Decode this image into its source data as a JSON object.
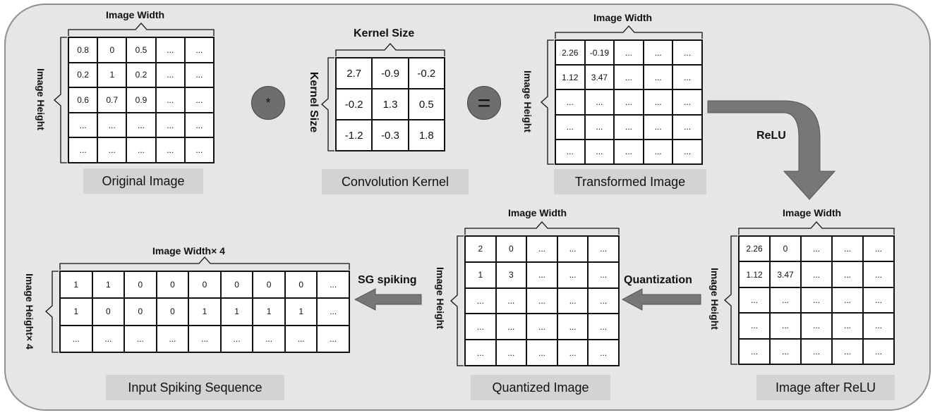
{
  "original_image": {
    "caption": "Original Image",
    "width_label": "Image Width",
    "height_label": "Image Height",
    "rows": [
      [
        "0.8",
        "0",
        "0.5",
        "...",
        "..."
      ],
      [
        "0.2",
        "1",
        "0.2",
        "...",
        "..."
      ],
      [
        "0.6",
        "0.7",
        "0.9",
        "...",
        "..."
      ],
      [
        "...",
        "...",
        "...",
        "...",
        "..."
      ],
      [
        "...",
        "...",
        "...",
        "...",
        "..."
      ]
    ]
  },
  "operator_conv": "*",
  "convolution_kernel": {
    "caption": "Convolution Kernel",
    "width_label": "Kernel Size",
    "height_label": "Kernel Size",
    "rows": [
      [
        "2.7",
        "-0.9",
        "-0.2"
      ],
      [
        "-0.2",
        "1.3",
        "0.5"
      ],
      [
        "-1.2",
        "-0.3",
        "1.8"
      ]
    ]
  },
  "operator_eq": "=",
  "transformed_image": {
    "caption": "Transformed Image",
    "width_label": "Image Width",
    "height_label": "Image Height",
    "rows": [
      [
        "2.26",
        "-0.19",
        "...",
        "...",
        "..."
      ],
      [
        "1.12",
        "3.47",
        "...",
        "...",
        "..."
      ],
      [
        "...",
        "...",
        "...",
        "...",
        "..."
      ],
      [
        "...",
        "...",
        "...",
        "...",
        "..."
      ],
      [
        "...",
        "...",
        "...",
        "...",
        "..."
      ]
    ]
  },
  "relu_label": "ReLU",
  "image_after_relu": {
    "caption": "Image after ReLU",
    "width_label": "Image Width",
    "height_label": "Image Height",
    "rows": [
      [
        "2.26",
        "0",
        "...",
        "...",
        "..."
      ],
      [
        "1.12",
        "3.47",
        "...",
        "...",
        "..."
      ],
      [
        "...",
        "...",
        "...",
        "...",
        "..."
      ],
      [
        "...",
        "...",
        "...",
        "...",
        "..."
      ],
      [
        "...",
        "...",
        "...",
        "...",
        "..."
      ]
    ]
  },
  "quantization_label": "Quantization",
  "quantized_image": {
    "caption": "Quantized Image",
    "width_label": "Image Width",
    "height_label": "Image Height",
    "rows": [
      [
        "2",
        "0",
        "...",
        "...",
        "..."
      ],
      [
        "1",
        "3",
        "...",
        "...",
        "..."
      ],
      [
        "...",
        "...",
        "...",
        "...",
        "..."
      ],
      [
        "...",
        "...",
        "...",
        "...",
        "..."
      ],
      [
        "...",
        "...",
        "...",
        "...",
        "..."
      ]
    ]
  },
  "sg_spiking_label": "SG spiking",
  "input_spiking_sequence": {
    "caption": "Input Spiking Sequence",
    "width_label": "Image Width× 4",
    "height_label": "Image Height× 4",
    "rows": [
      [
        "1",
        "1",
        "0",
        "0",
        "0",
        "0",
        "0",
        "0",
        "..."
      ],
      [
        "1",
        "0",
        "0",
        "0",
        "1",
        "1",
        "1",
        "1",
        "..."
      ],
      [
        "...",
        "...",
        "...",
        "...",
        "...",
        "...",
        "...",
        "...",
        "..."
      ]
    ]
  },
  "colors": {
    "panel": "#e6e6e6",
    "arrow": "#777777",
    "caption_bg": "#d3d3d3",
    "operator": "#6e6e6e"
  }
}
